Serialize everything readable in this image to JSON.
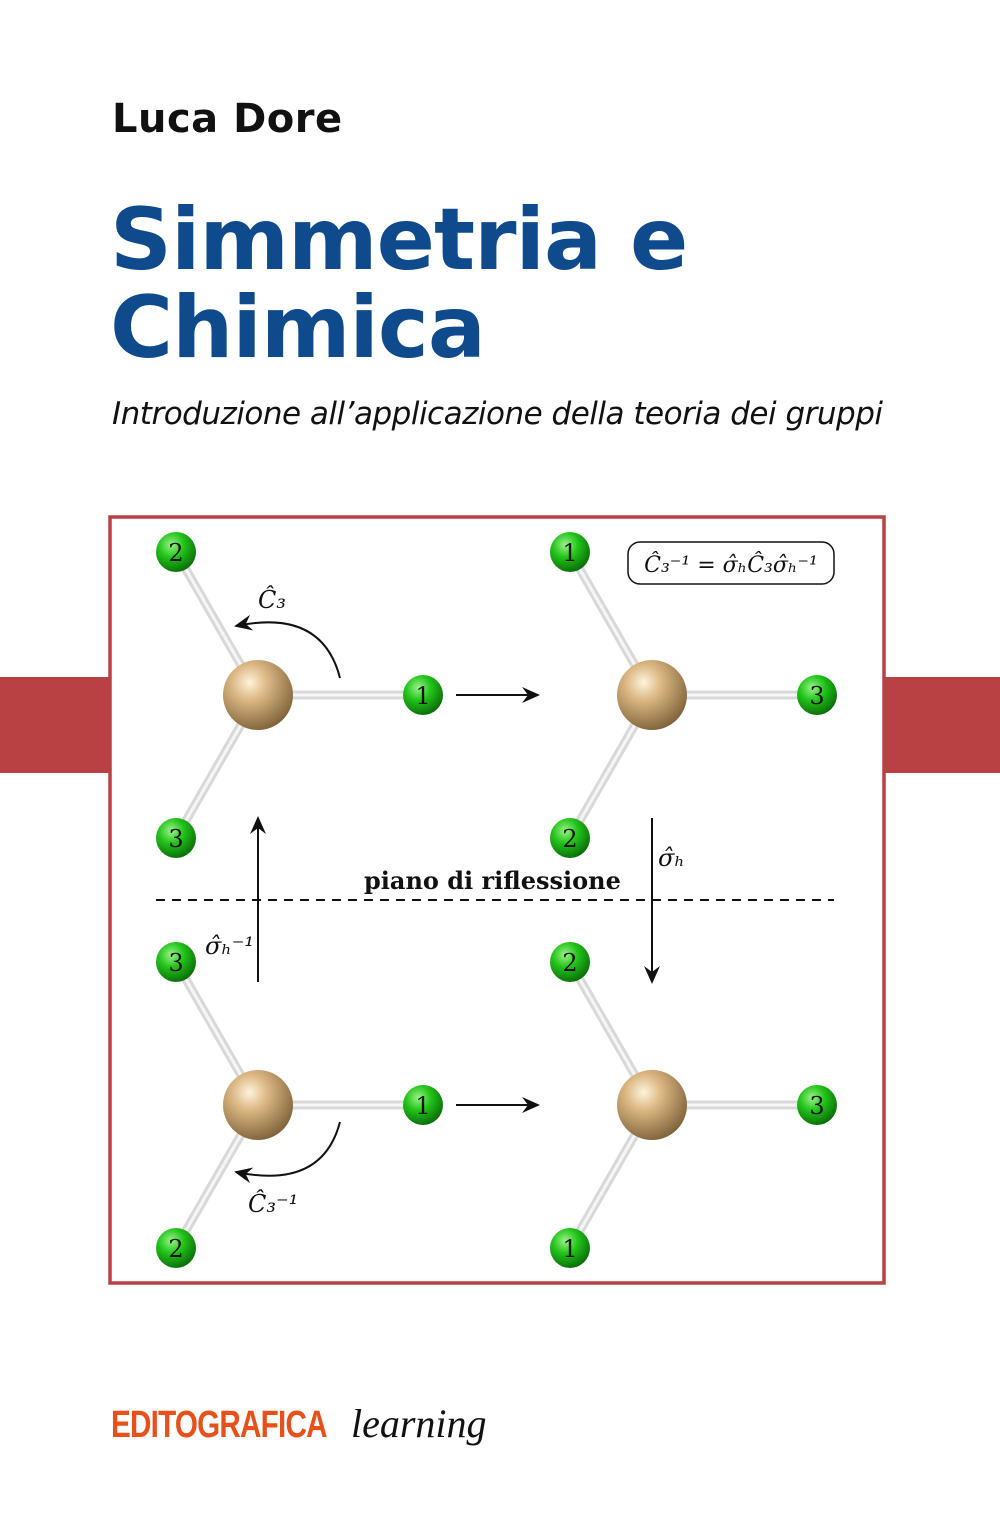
{
  "author": "Luca Dore",
  "title_line1": "Simmetria e",
  "title_line2": "Chimica",
  "subtitle": "Introduzione all’applicazione della teoria dei gruppi",
  "diagram": {
    "equation": "Ĉ₃⁻¹ = σ̂ₕĈ₃σ̂ₕ⁻¹",
    "c3_label": "Ĉ₃",
    "c3_inv_label": "Ĉ₃⁻¹",
    "sigma_label": "σ̂ₕ",
    "sigma_inv_label": "σ̂ₕ⁻¹",
    "plane_label": "piano di riflessione",
    "molecules": [
      {
        "name": "top-left",
        "upper": "2",
        "right": "1",
        "lower": "3"
      },
      {
        "name": "top-right",
        "upper": "1",
        "right": "3",
        "lower": "2"
      },
      {
        "name": "bottom-left",
        "upper": "3",
        "right": "1",
        "lower": "2"
      },
      {
        "name": "bottom-right",
        "upper": "2",
        "right": "3",
        "lower": "1"
      }
    ]
  },
  "publisher": {
    "brand": "EDITOGRAFICA",
    "imprint": "learning"
  },
  "colors": {
    "title": "#0f4a8c",
    "frame": "#b94144",
    "brand": "#e8501a"
  }
}
